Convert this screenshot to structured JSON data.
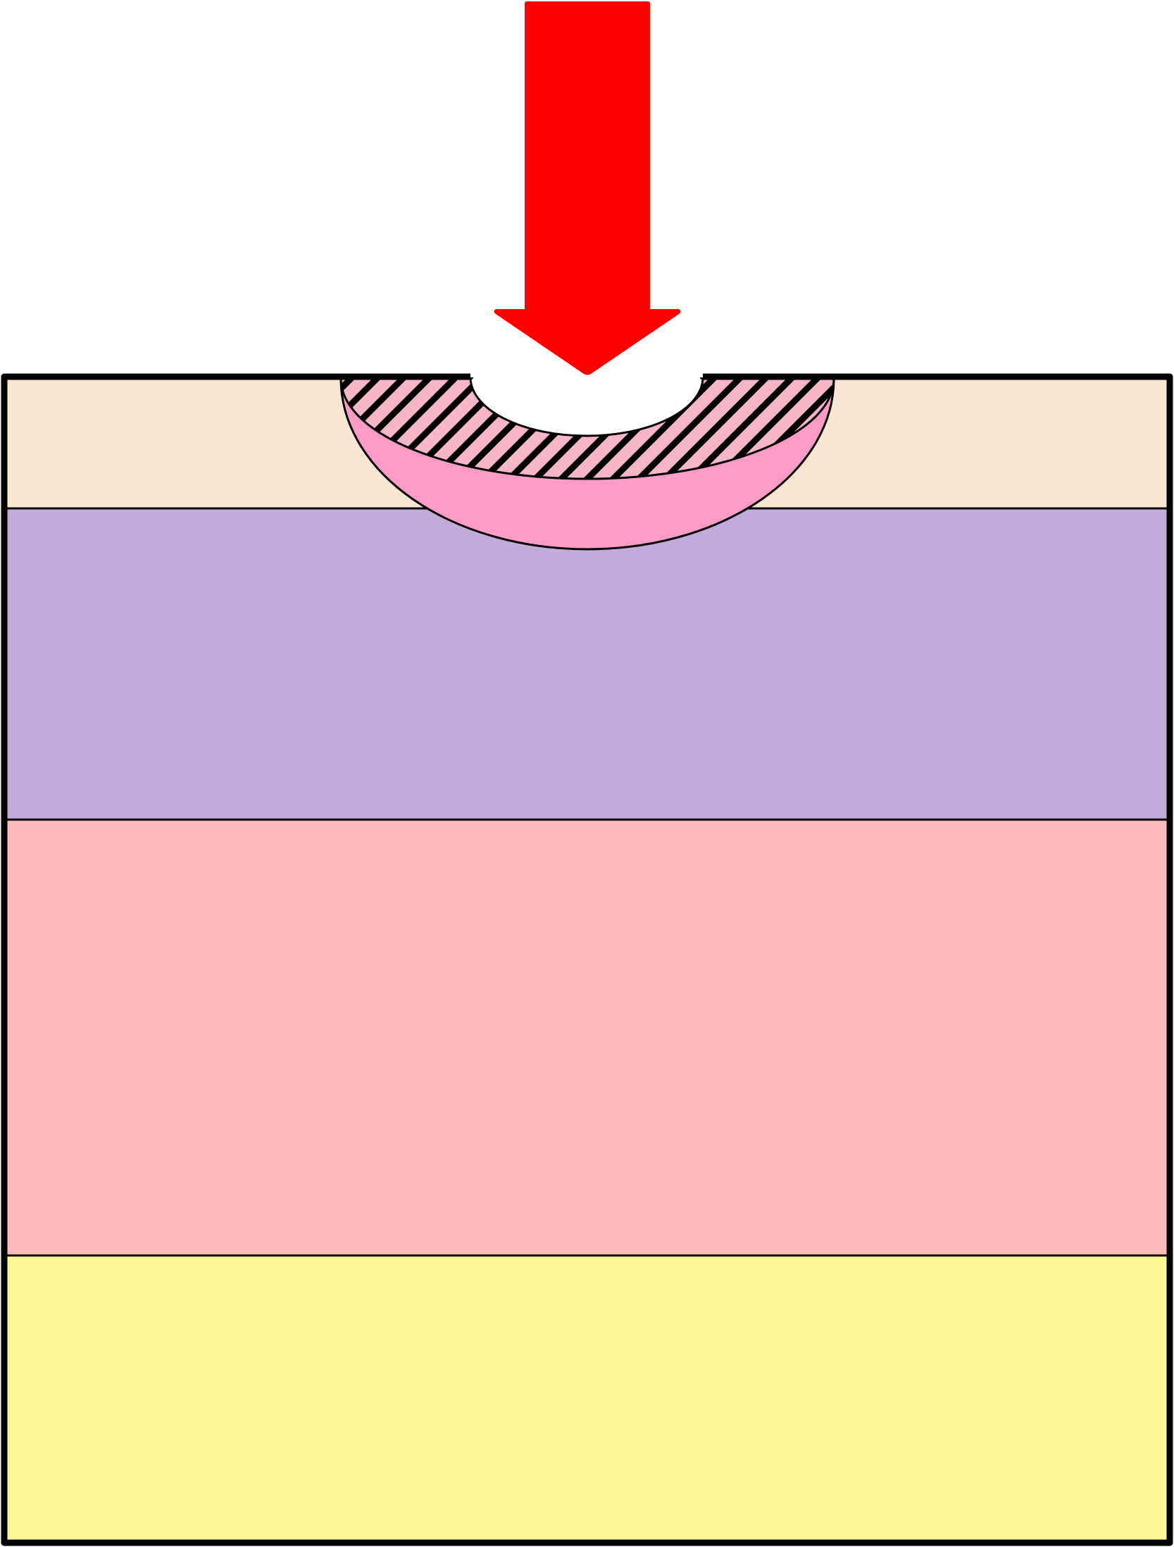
{
  "diagram": {
    "arrow": {
      "color": "#ff0000",
      "direction": "down"
    },
    "crater": {
      "fill": "#fc9bc6",
      "hatch_fill": "#f6b6c8",
      "hatch_stroke": "#000000",
      "cavity_fill": "#ffffff"
    },
    "layers": [
      {
        "id": "layer-1",
        "color": "#f7e6d4"
      },
      {
        "id": "layer-2",
        "color": "#c3abd9"
      },
      {
        "id": "layer-3",
        "color": "#fbbbbd"
      },
      {
        "id": "layer-4",
        "color": "#fef796"
      }
    ],
    "frame": {
      "stroke": "#000000"
    }
  }
}
